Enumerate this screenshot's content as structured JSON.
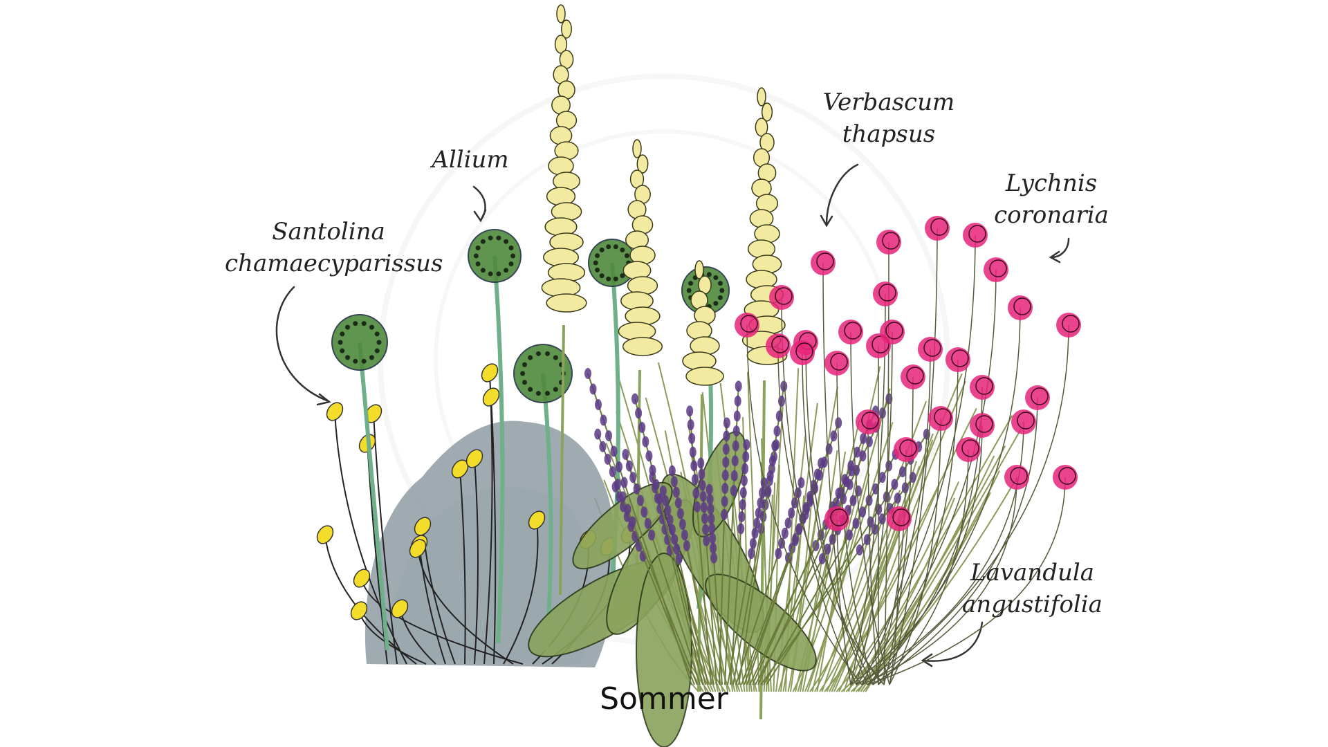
{
  "labels": {
    "santolina": {
      "line1": "Santolina",
      "line2": "chamaecyparissus"
    },
    "allium": {
      "line1": "Allium"
    },
    "verbascum": {
      "line1": "Verbascum",
      "line2": "thapsus"
    },
    "lychnis": {
      "line1": "Lychnis",
      "line2": "coronaria"
    },
    "lavandula": {
      "line1": "Lavandula",
      "line2": "angustifolia"
    }
  },
  "caption": "Sommer",
  "colors": {
    "santolina_foliage": "#8e9ba3",
    "santolina_flower": "#f4dc2a",
    "allium_head": "#4f8a3c",
    "allium_stem": "#6fb08a",
    "verbascum_flower": "#f2eaa0",
    "lychnis_flower": "#e8237a",
    "lavender": "#5b3a86",
    "leaf_green": "#8aa35c",
    "grass_stem": "#9aa06a",
    "watermark": "#eeeeee"
  }
}
